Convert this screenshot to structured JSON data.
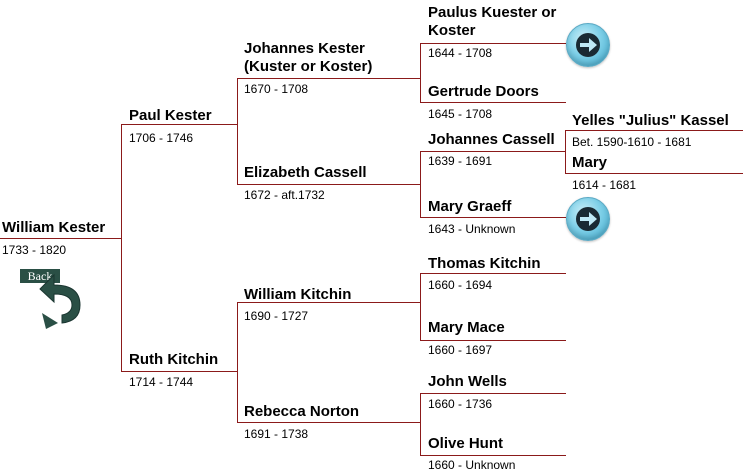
{
  "colors": {
    "line": "#8b1a1a",
    "back_button": "#2a4f45",
    "arrow_button": "#7fd0e8"
  },
  "back": {
    "label": "Back",
    "icon": "curved-back-arrow-icon"
  },
  "generations": {
    "g1": {
      "name": "William Kester",
      "dates": "1733 - 1820"
    },
    "g2": [
      {
        "name": "Paul Kester",
        "dates": "1706 - 1746"
      },
      {
        "name": "Ruth Kitchin",
        "dates": "1714 - 1744"
      }
    ],
    "g3": [
      {
        "name": "Johannes Kester (Kuster or Koster)",
        "dates": "1670 - 1708"
      },
      {
        "name": "Elizabeth Cassell",
        "dates": "1672 - aft.1732"
      },
      {
        "name": "William Kitchin",
        "dates": "1690 - 1727"
      },
      {
        "name": "Rebecca Norton",
        "dates": "1691 - 1738"
      }
    ],
    "g4": [
      {
        "name": "Paulus Kuester or Koster",
        "dates": "1644 - 1708"
      },
      {
        "name": "Gertrude Doors",
        "dates": "1645 - 1708"
      },
      {
        "name": "Johannes Cassell",
        "dates": "1639 - 1691"
      },
      {
        "name": "Mary Graeff",
        "dates": "1643 - Unknown"
      },
      {
        "name": "Thomas Kitchin",
        "dates": "1660 - 1694"
      },
      {
        "name": "Mary Mace",
        "dates": "1660 - 1697"
      },
      {
        "name": "John Wells",
        "dates": "1660 - 1736"
      },
      {
        "name": "Olive Hunt",
        "dates": "1660 - Unknown"
      }
    ],
    "g5": [
      {
        "name": "Yelles \"Julius\" Kassel",
        "dates": "Bet. 1590-1610 - 1681"
      },
      {
        "name": "Mary",
        "dates": "1614 - 1681"
      }
    ]
  },
  "arrow_buttons": [
    {
      "icon": "right-arrow-icon"
    },
    {
      "icon": "right-arrow-icon"
    }
  ]
}
